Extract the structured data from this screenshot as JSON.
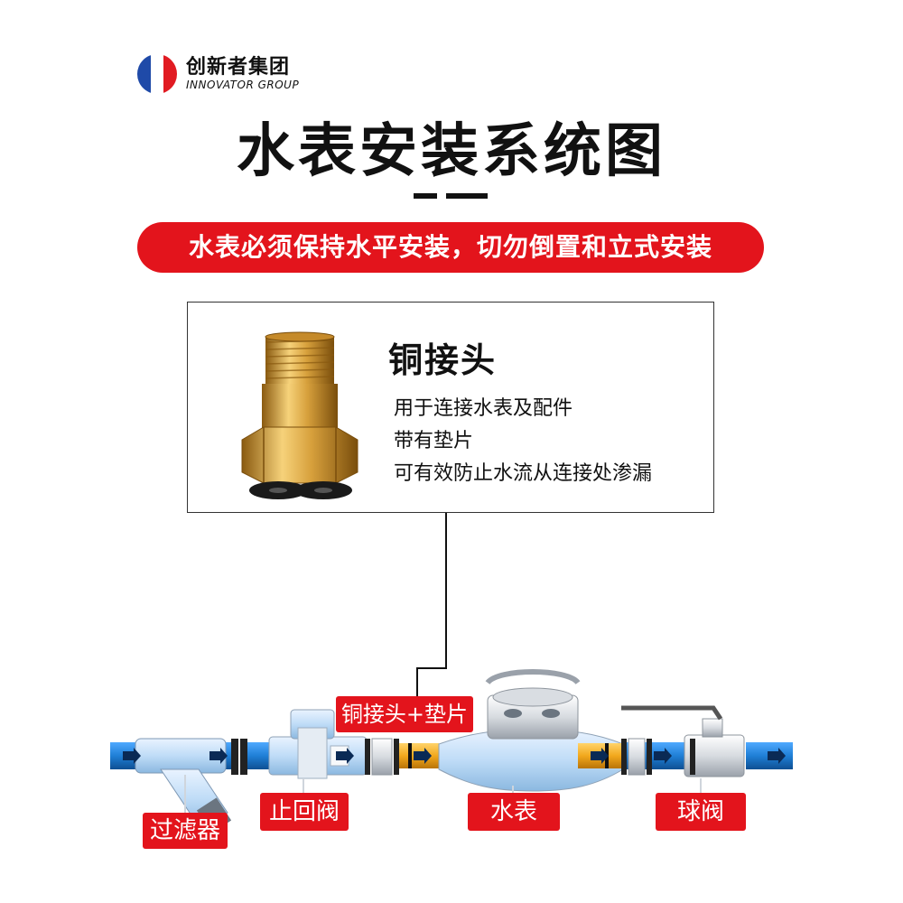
{
  "brand": {
    "name_cn": "创新者集团",
    "name_en": "INNOVATOR GROUP"
  },
  "title": "水表安装系统图",
  "banner": "水表必须保持水平安装，切勿倒置和立式安装",
  "info_box": {
    "title": "铜接头",
    "lines": [
      "用于连接水表及配件",
      "带有垫片",
      "可有效防止水流从连接处渗漏"
    ]
  },
  "labels": {
    "connector": "铜接头+垫片",
    "filter": "过滤器",
    "check_valve": "止回阀",
    "meter": "水表",
    "ball_valve": "球阀"
  },
  "colors": {
    "accent_red": "#e3141c",
    "pipe_blue": "#1f7fd6",
    "brass": "#f2a81d",
    "ink": "#111111"
  },
  "icons": {
    "flag": "france-flag-icon",
    "flow_arrow": "flow-arrow-icon"
  }
}
